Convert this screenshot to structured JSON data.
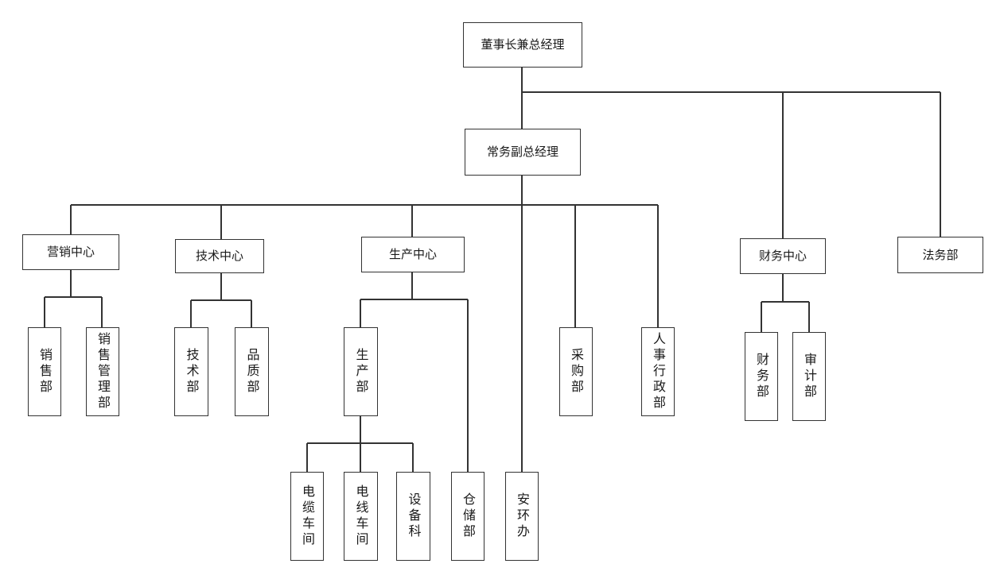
{
  "nodes": [
    {
      "id": "ceo",
      "label": "董事长兼总经理"
    },
    {
      "id": "deputy",
      "label": "常务副总经理"
    },
    {
      "id": "marketing",
      "label": "营销中心"
    },
    {
      "id": "tech-center",
      "label": "技术中心"
    },
    {
      "id": "production",
      "label": "生产中心"
    },
    {
      "id": "finance-center",
      "label": "财务中心"
    },
    {
      "id": "legal",
      "label": "法务部"
    },
    {
      "id": "sales",
      "label": "销售部"
    },
    {
      "id": "sales-mgmt",
      "label": "销售管理部"
    },
    {
      "id": "tech",
      "label": "技术部"
    },
    {
      "id": "quality",
      "label": "品质部"
    },
    {
      "id": "prod-dept",
      "label": "生产部"
    },
    {
      "id": "purchasing",
      "label": "采购部"
    },
    {
      "id": "hr-admin",
      "label": "人事行政部"
    },
    {
      "id": "finance",
      "label": "财务部"
    },
    {
      "id": "audit",
      "label": "审计部"
    },
    {
      "id": "cable-ws",
      "label": "电缆车间"
    },
    {
      "id": "wire-ws",
      "label": "电线车间"
    },
    {
      "id": "equipment",
      "label": "设备科"
    },
    {
      "id": "warehouse",
      "label": "仓储部"
    },
    {
      "id": "safety-env",
      "label": "安环办"
    }
  ]
}
